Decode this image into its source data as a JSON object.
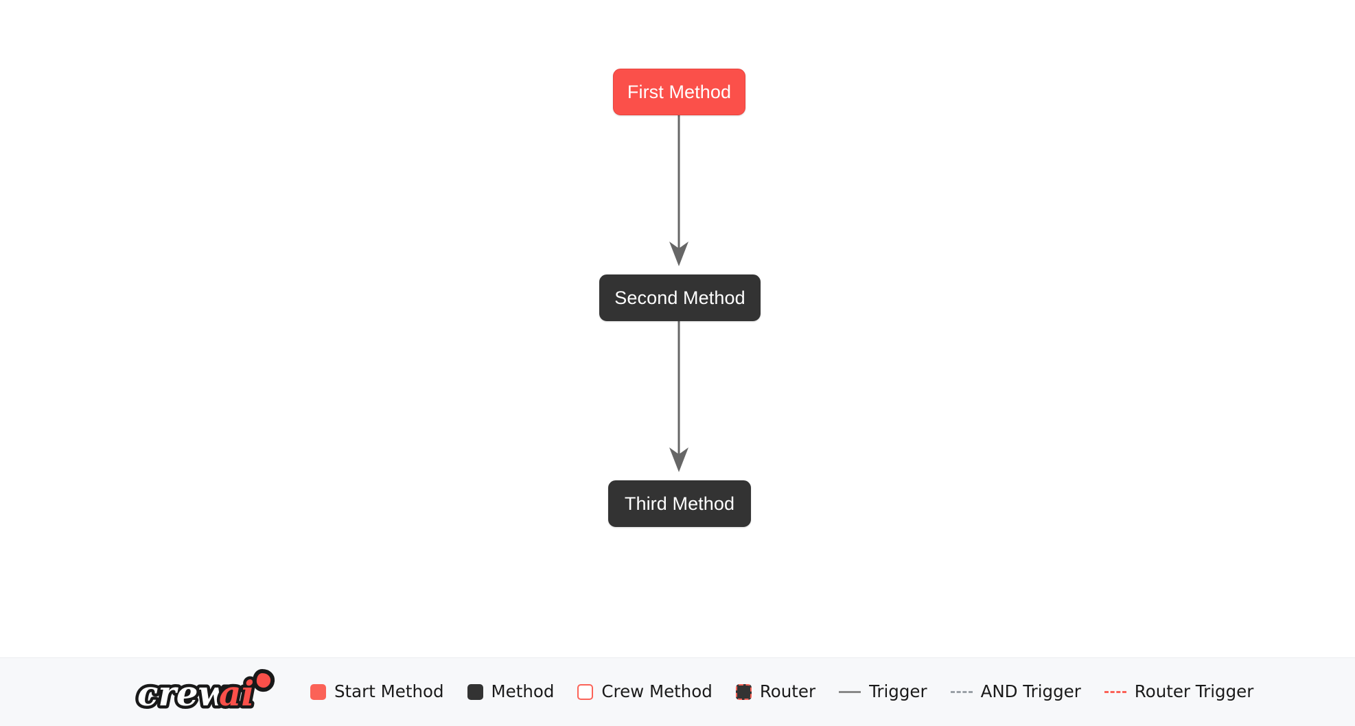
{
  "canvas": {
    "background": "#ffffff",
    "nodes": [
      {
        "id": "first",
        "label": "First Method",
        "type": "start-method",
        "fill": "#fb504a",
        "text_color": "#ffffff"
      },
      {
        "id": "second",
        "label": "Second Method",
        "type": "method",
        "fill": "#333333",
        "text_color": "#ffffff"
      },
      {
        "id": "third",
        "label": "Third Method",
        "type": "method",
        "fill": "#333333",
        "text_color": "#ffffff"
      }
    ],
    "edges": [
      {
        "from": "first",
        "to": "second",
        "kind": "trigger",
        "color": "#666666"
      },
      {
        "from": "second",
        "to": "third",
        "kind": "trigger",
        "color": "#666666"
      }
    ]
  },
  "legend": {
    "logo_text_primary": "crew",
    "logo_text_accent": "ai",
    "accent_color": "#fb6257",
    "items": [
      {
        "key": "start-method",
        "label": "Start Method",
        "marker": "swatch-start-icon"
      },
      {
        "key": "method",
        "label": "Method",
        "marker": "swatch-method-icon"
      },
      {
        "key": "crew-method",
        "label": "Crew Method",
        "marker": "swatch-crew-icon"
      },
      {
        "key": "router",
        "label": "Router",
        "marker": "swatch-router-icon"
      },
      {
        "key": "trigger",
        "label": "Trigger",
        "marker": "line-solid-icon"
      },
      {
        "key": "and-trigger",
        "label": "AND Trigger",
        "marker": "line-dashed-icon"
      },
      {
        "key": "router-trigger",
        "label": "Router Trigger",
        "marker": "line-router-icon"
      }
    ]
  }
}
